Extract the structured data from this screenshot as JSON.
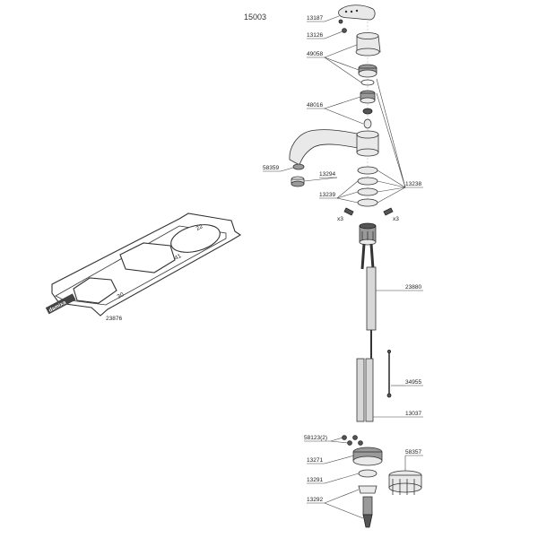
{
  "diagram": {
    "model_number": "15003",
    "parts": {
      "p13187": "13187",
      "p13126": "13126",
      "p49058": "49058",
      "p48016": "48016",
      "p58359": "58359",
      "p13294": "13294",
      "p13239": "13239",
      "p13238": "13238",
      "p23880": "23880",
      "p34955": "34955",
      "p13037": "13037",
      "p58123": "58123(2)",
      "p13271": "13271",
      "p58357": "58357",
      "p13291": "13291",
      "p13292": "13292",
      "p23876": "23876"
    },
    "qty_left": "x3",
    "qty_right": "x3",
    "tool_marks": {
      "hex_large": "41",
      "hex_small": "30",
      "round": "22",
      "brand": "damixa"
    }
  }
}
